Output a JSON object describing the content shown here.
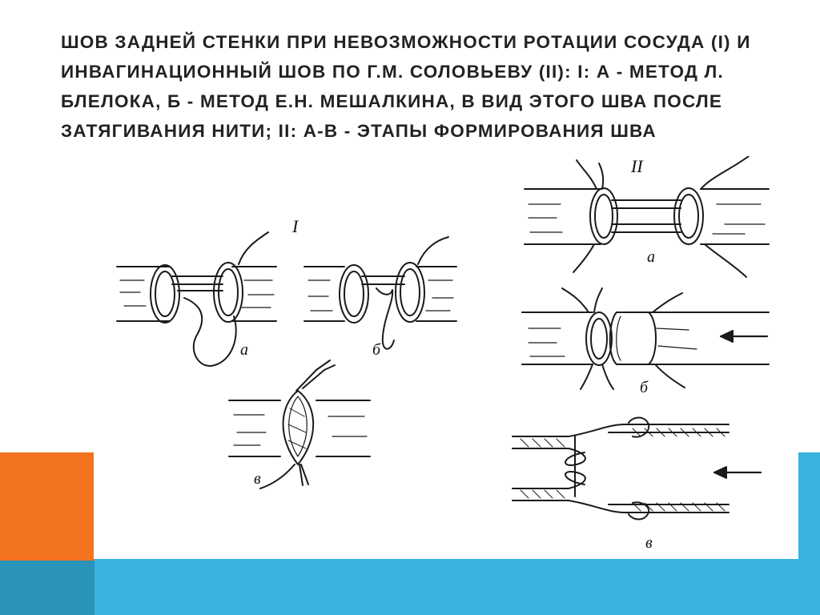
{
  "slide": {
    "title": "ШОВ ЗАДНЕЙ СТЕНКИ ПРИ НЕВОЗМОЖНОСТИ  РОТАЦИИ СОСУДА (I) И ИНВАГИНАЦИОННЫЙ  ШОВ ПО Г.М. СОЛОВЬЕВУ (II): I: А - МЕТОД Л. БЛЕЛОКА, Б - МЕТОД Е.Н. МЕШАЛКИНА, В ВИД ЭТОГО ШВА ПОСЛЕ ЗАТЯГИВАНИЯ  НИТИ; II: А-В - ЭТАПЫ ФОРМИРОВАНИЯ ШВА"
  },
  "figure": {
    "group_I": {
      "label": "I",
      "panels": [
        {
          "label": "а"
        },
        {
          "label": "б"
        },
        {
          "label": "в"
        }
      ]
    },
    "group_II": {
      "label": "II",
      "panels": [
        {
          "label": "а"
        },
        {
          "label": "б"
        },
        {
          "label": "в"
        }
      ]
    }
  },
  "theme": {
    "accent_orange": "#f47320",
    "accent_blue": "#3ab2e0",
    "accent_teal": "#2a93b8",
    "title_color": "#222222"
  }
}
